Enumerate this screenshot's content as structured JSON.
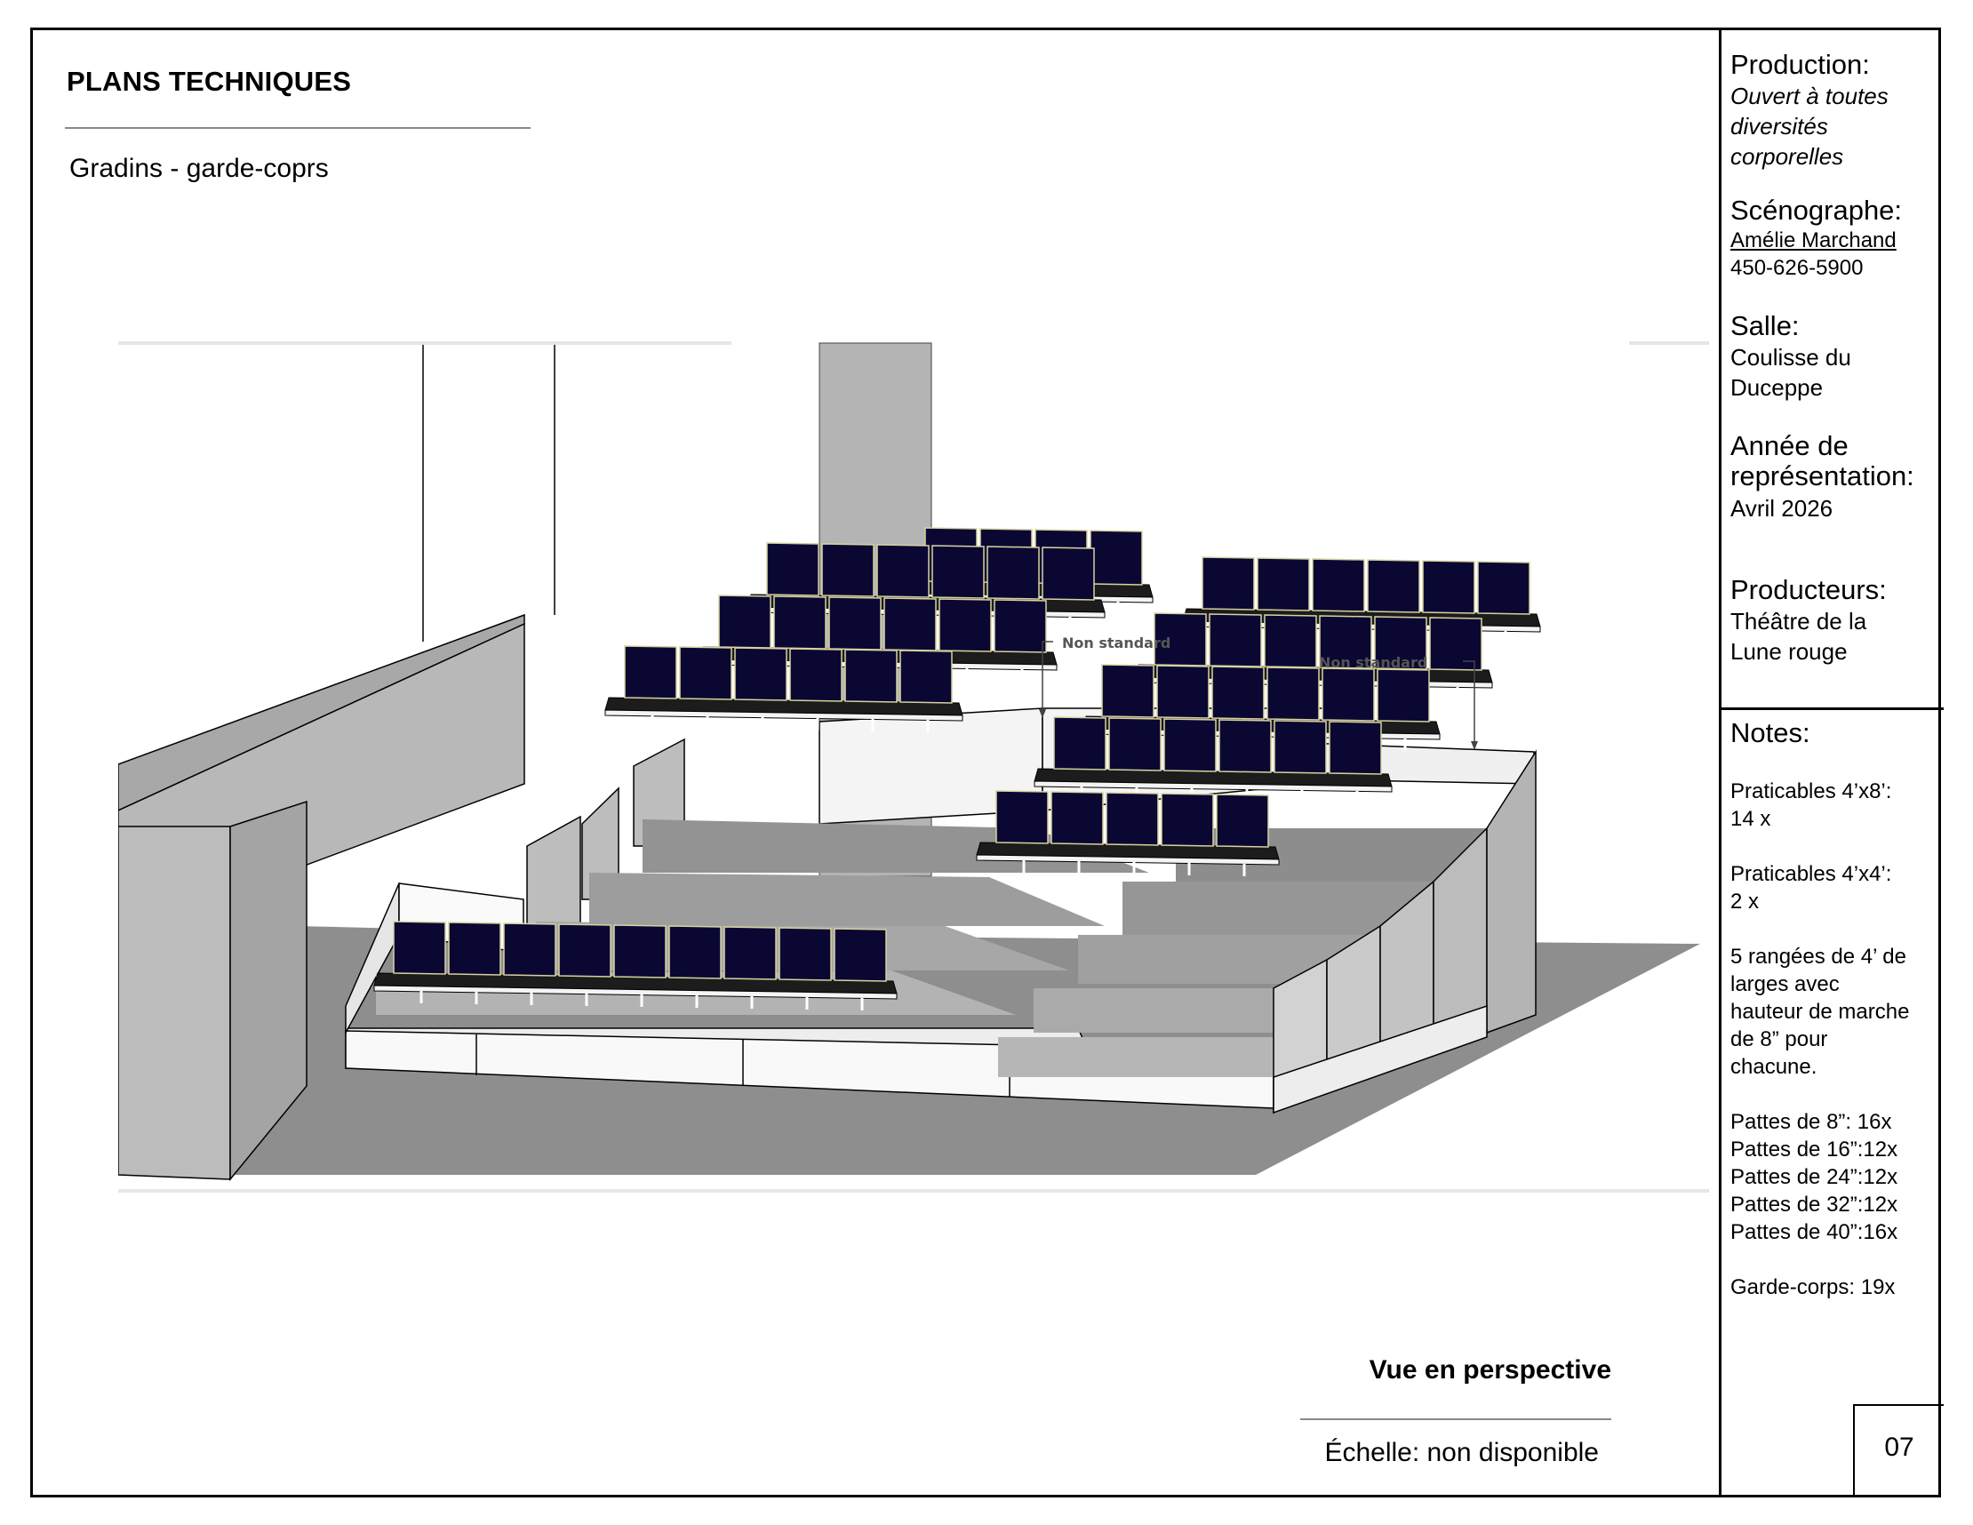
{
  "header": {
    "title": "PLANS TECHNIQUES",
    "subtitle": "Gradins - garde-coprs"
  },
  "drawing": {
    "annotation_left": "Non standard",
    "annotation_right": "Non standard",
    "seat_color": "#0a0833",
    "floor_color": "#8e8e8e",
    "wall_color": "#b4b4b4"
  },
  "view": {
    "title": "Vue en perspective",
    "scale": "Échelle: non disponible"
  },
  "title_block": {
    "production_label": "Production:",
    "production_lines": [
      "Ouvert à toutes",
      "diversités",
      "corporelles"
    ],
    "scenographer_label": "Scénographe:",
    "scenographer_name": "Amélie Marchand",
    "scenographer_phone": "450-626-5900",
    "venue_label": "Salle:",
    "venue_lines": [
      "Coulisse du",
      "Duceppe"
    ],
    "year_label_lines": [
      "Année de",
      "représentation:"
    ],
    "year_value": "Avril 2026",
    "producers_label": "Producteurs:",
    "producers_lines": [
      "Théâtre de la",
      "Lune rouge"
    ]
  },
  "notes": {
    "title": "Notes:",
    "lines": [
      "Praticables 4’x8’:",
      "14 x",
      "",
      "Praticables 4’x4’:",
      "2 x",
      "",
      "5 rangées de 4’ de",
      "larges avec",
      "hauteur de marche",
      "de 8” pour",
      "chacune.",
      "",
      "Pattes de 8”: 16x",
      "Pattes de 16”:12x",
      "Pattes de 24”:12x",
      "Pattes de 32”:12x",
      "Pattes de 40”:16x",
      "",
      "Garde-corps: 19x"
    ]
  },
  "page_number": "07"
}
